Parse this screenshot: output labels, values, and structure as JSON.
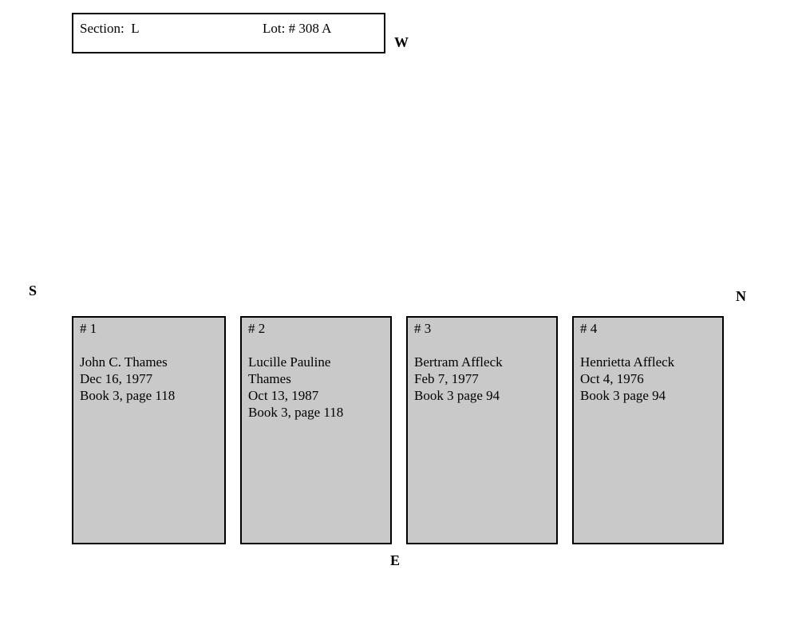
{
  "header": {
    "section_text": "Section:  L",
    "lot_text": "Lot: # 308 A"
  },
  "compass": {
    "west": "W",
    "south": "S",
    "north": "N",
    "east": "E"
  },
  "plots": [
    {
      "number": "# 1",
      "lines": [
        "John C. Thames",
        "Dec 16, 1977",
        "Book 3, page 118"
      ]
    },
    {
      "number": "# 2",
      "lines": [
        "Lucille Pauline",
        "Thames",
        "Oct 13, 1987",
        "Book 3, page 118"
      ]
    },
    {
      "number": "# 3",
      "lines": [
        "Bertram Affleck",
        "Feb 7, 1977",
        "Book 3 page 94"
      ]
    },
    {
      "number": "# 4",
      "lines": [
        "Henrietta Affleck",
        "Oct 4, 1976",
        "Book 3 page 94"
      ]
    }
  ],
  "colors": {
    "background": "#ffffff",
    "plot_fill": "#c9c9c9",
    "border": "#000000",
    "text": "#000000"
  }
}
